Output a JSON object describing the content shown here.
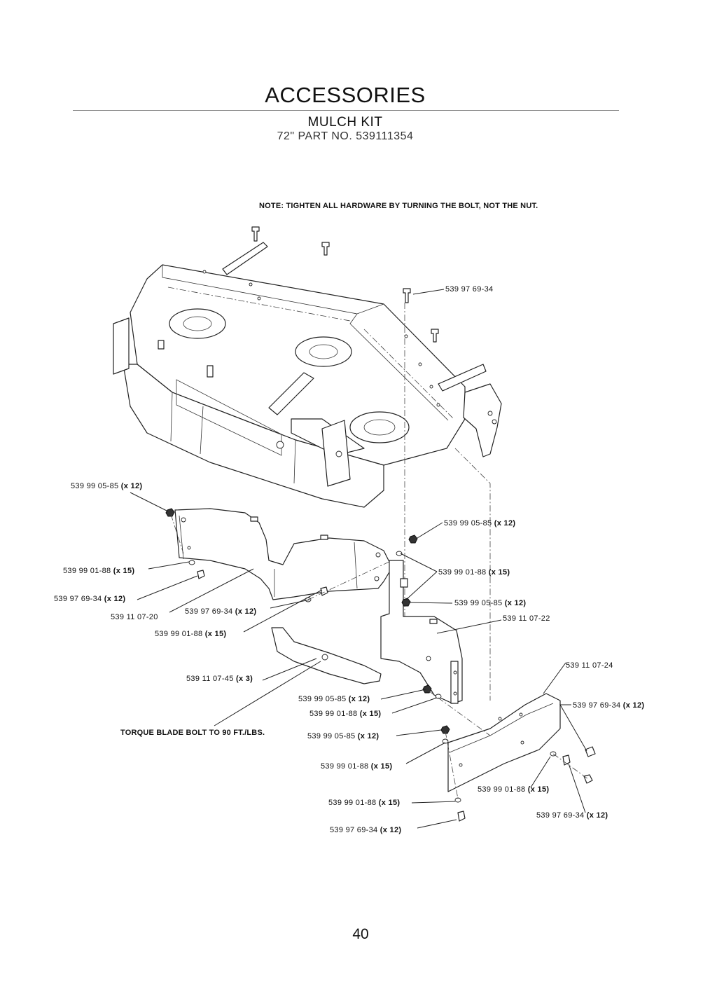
{
  "page": {
    "title": "ACCESSORIES",
    "subtitle": "MULCH KIT",
    "part_number": "72\" PART NO. 539111354",
    "page_number": "40"
  },
  "diagram": {
    "note": "NOTE: TIGHTEN ALL HARDWARE BY TURNING THE BOLT, NOT THE NUT.",
    "torque_note": "TORQUE BLADE BOLT TO 90 FT./LBS.",
    "callouts": {
      "bolt_top": "539 97 69-34",
      "nut_left": "539 99 05-85",
      "nut_left_qty": "(x 12)",
      "nut_mid": "539 99 05-85",
      "nut_mid_qty": "(x 12)",
      "washer_left": "539 99 01-88",
      "washer_left_qty": "(x 15)",
      "washer_mid": "539 99 01-88",
      "washer_mid_qty": "(x 15)",
      "bolt_left": "539 97 69-34",
      "bolt_left_qty": "(x 12)",
      "baffle_left": "539 11 07-20",
      "bolt_center": "539 97 69-34",
      "bolt_center_qty": "(x 12)",
      "nut_right_upper": "539 99 05-85",
      "nut_right_upper_qty": "(x 12)",
      "baffle_center": "539 11 07-22",
      "washer_center": "539 99 01-88",
      "washer_center_qty": "(x 15)",
      "baffle_right": "539 11 07-24",
      "blade": "539 11 07-45",
      "blade_qty": "(x 3)",
      "bolt_right": "539 97 69-34",
      "bolt_right_qty": "(x 12)",
      "nut_lower": "539 99 05-85",
      "nut_lower_qty": "(x 12)",
      "washer_lower": "539 99 01-88",
      "washer_lower_qty": "(x 15)",
      "nut_bottom": "539 99 05-85",
      "nut_bottom_qty": "(x 12)",
      "washer_bottom": "539 99 01-88",
      "washer_bottom_qty": "(x 15)",
      "washer_right_bottom": "539 99 01-88",
      "washer_right_bottom_qty": "(x 15)",
      "washer_base": "539 99 01-88",
      "washer_base_qty": "(x 15)",
      "bolt_right_bottom": "539 97 69-34",
      "bolt_right_bottom_qty": "(x 12)",
      "bolt_base": "539 97 69-34",
      "bolt_base_qty": "(x 12)"
    }
  }
}
